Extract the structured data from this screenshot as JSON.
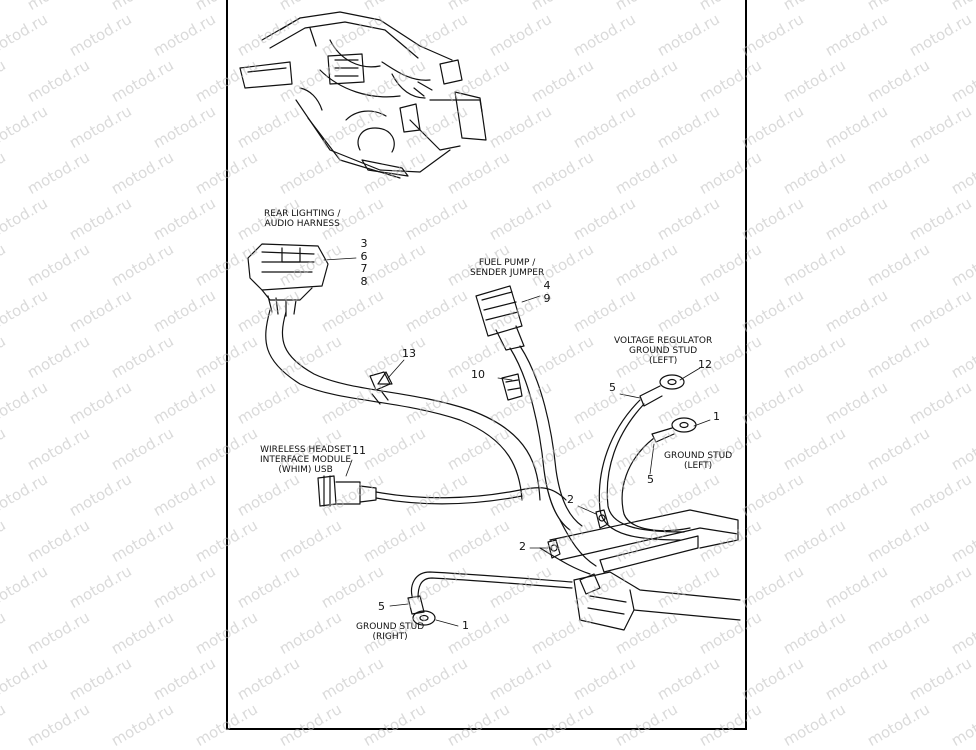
{
  "watermark": "motod.ru",
  "labels": {
    "rear_lighting": "REAR LIGHTING /\nAUDIO HARNESS",
    "fuel_pump": "FUEL PUMP /\nSENDER JUMPER",
    "voltage_regulator": "VOLTAGE REGULATOR\nGROUND STUD\n(LEFT)",
    "wireless_headset": "WIRELESS HEADSET\nINTERFACE MODULE\n(WHIM) USB",
    "ground_stud_left": "GROUND STUD\n(LEFT)",
    "ground_stud_right": "GROUND STUD\n(RIGHT)"
  },
  "numbers": {
    "rear_stack": [
      "3",
      "6",
      "7",
      "8"
    ],
    "fuel_stack": [
      "4",
      "9"
    ],
    "n13": "13",
    "n10": "10",
    "n11": "11",
    "n12": "12",
    "n5_top": "5",
    "n1_top": "1",
    "n5_left": "5",
    "n2_upper": "2",
    "n2_lower": "2",
    "n5_bottom": "5",
    "n1_bottom": "1"
  }
}
